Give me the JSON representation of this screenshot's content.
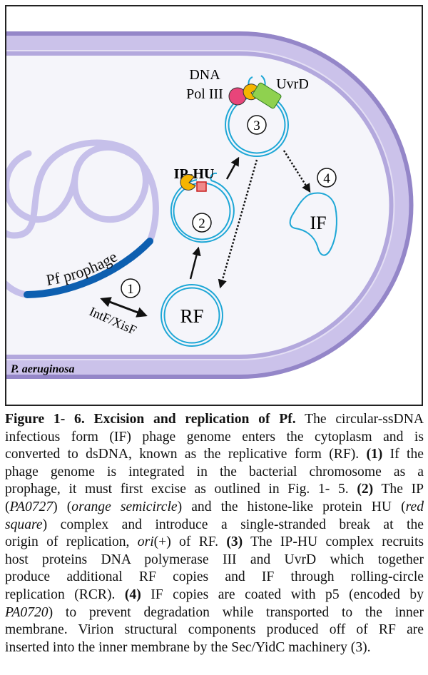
{
  "figure": {
    "labels": {
      "dna": "DNA",
      "pol": "Pol III",
      "uvrd": "UvrD",
      "iphu": "IP-HU",
      "rf": "RF",
      "if": "IF",
      "prophage": "Pf prophage",
      "intf": "IntF/XisF",
      "organism": "P. aeruginosa",
      "step1": "1",
      "step2": "2",
      "step3": "3",
      "step4": "4"
    },
    "colors": {
      "membrane_dark": "#9486c8",
      "membrane_light": "#cbc2ea",
      "cytoplasm": "#f5f5fa",
      "chromosome": "#c6c0ea",
      "prophage": "#0d5fb0",
      "phage_dna": "#1ea7d6",
      "ip": "#f5b400",
      "hu": "#f08a8a",
      "pol3": "#e8457a",
      "uvrd": "#8fd14f"
    }
  },
  "caption": {
    "lines": [
      [
        {
          "t": "Figure 1- 6. Excision and replication of Pf.",
          "s": "b"
        },
        {
          "t": " The circular-ssDNA",
          "s": ""
        }
      ],
      [
        {
          "t": "infectious form (IF) phage genome enters the cytoplasm and is",
          "s": ""
        }
      ],
      [
        {
          "t": "converted to dsDNA, known as the replicative form (RF). ",
          "s": ""
        },
        {
          "t": "(1)",
          "s": "b"
        },
        {
          "t": " If the",
          "s": ""
        }
      ],
      [
        {
          "t": "phage genome is integrated in the bacterial chromosome as a",
          "s": ""
        }
      ],
      [
        {
          "t": "prophage, it must first excise as outlined in Fig. 1- 5. ",
          "s": ""
        },
        {
          "t": "(2)",
          "s": "b"
        },
        {
          "t": " The IP",
          "s": ""
        }
      ],
      [
        {
          "t": "(",
          "s": ""
        },
        {
          "t": "PA0727",
          "s": "i"
        },
        {
          "t": ") (",
          "s": ""
        },
        {
          "t": "orange semicircle",
          "s": "i"
        },
        {
          "t": ") and the histone-like protein HU (",
          "s": ""
        },
        {
          "t": "red",
          "s": "i"
        }
      ],
      [
        {
          "t": "square",
          "s": "i"
        },
        {
          "t": ") complex and introduce a single-stranded break at the",
          "s": ""
        }
      ],
      [
        {
          "t": "origin of replication, ",
          "s": ""
        },
        {
          "t": "ori",
          "s": "i"
        },
        {
          "t": "(+) of RF. ",
          "s": ""
        },
        {
          "t": "(3)",
          "s": "b"
        },
        {
          "t": " The IP-HU complex recruits",
          "s": ""
        }
      ],
      [
        {
          "t": "host proteins DNA polymerase III and UvrD which together",
          "s": ""
        }
      ],
      [
        {
          "t": "produce additional RF copies and IF through rolling-circle",
          "s": ""
        }
      ],
      [
        {
          "t": "replication (RCR). ",
          "s": ""
        },
        {
          "t": "(4)",
          "s": "b"
        },
        {
          "t": " IF copies are coated with p5 (encoded by",
          "s": ""
        }
      ],
      [
        {
          "t": "PA0720",
          "s": "i"
        },
        {
          "t": ") to prevent degradation while transported to the inner",
          "s": ""
        }
      ],
      [
        {
          "t": "membrane. Virion structural components produced off of RF are",
          "s": ""
        }
      ],
      [
        {
          "t": "inserted into the inner membrane by the Sec/YidC machinery (3).",
          "s": ""
        }
      ]
    ]
  }
}
